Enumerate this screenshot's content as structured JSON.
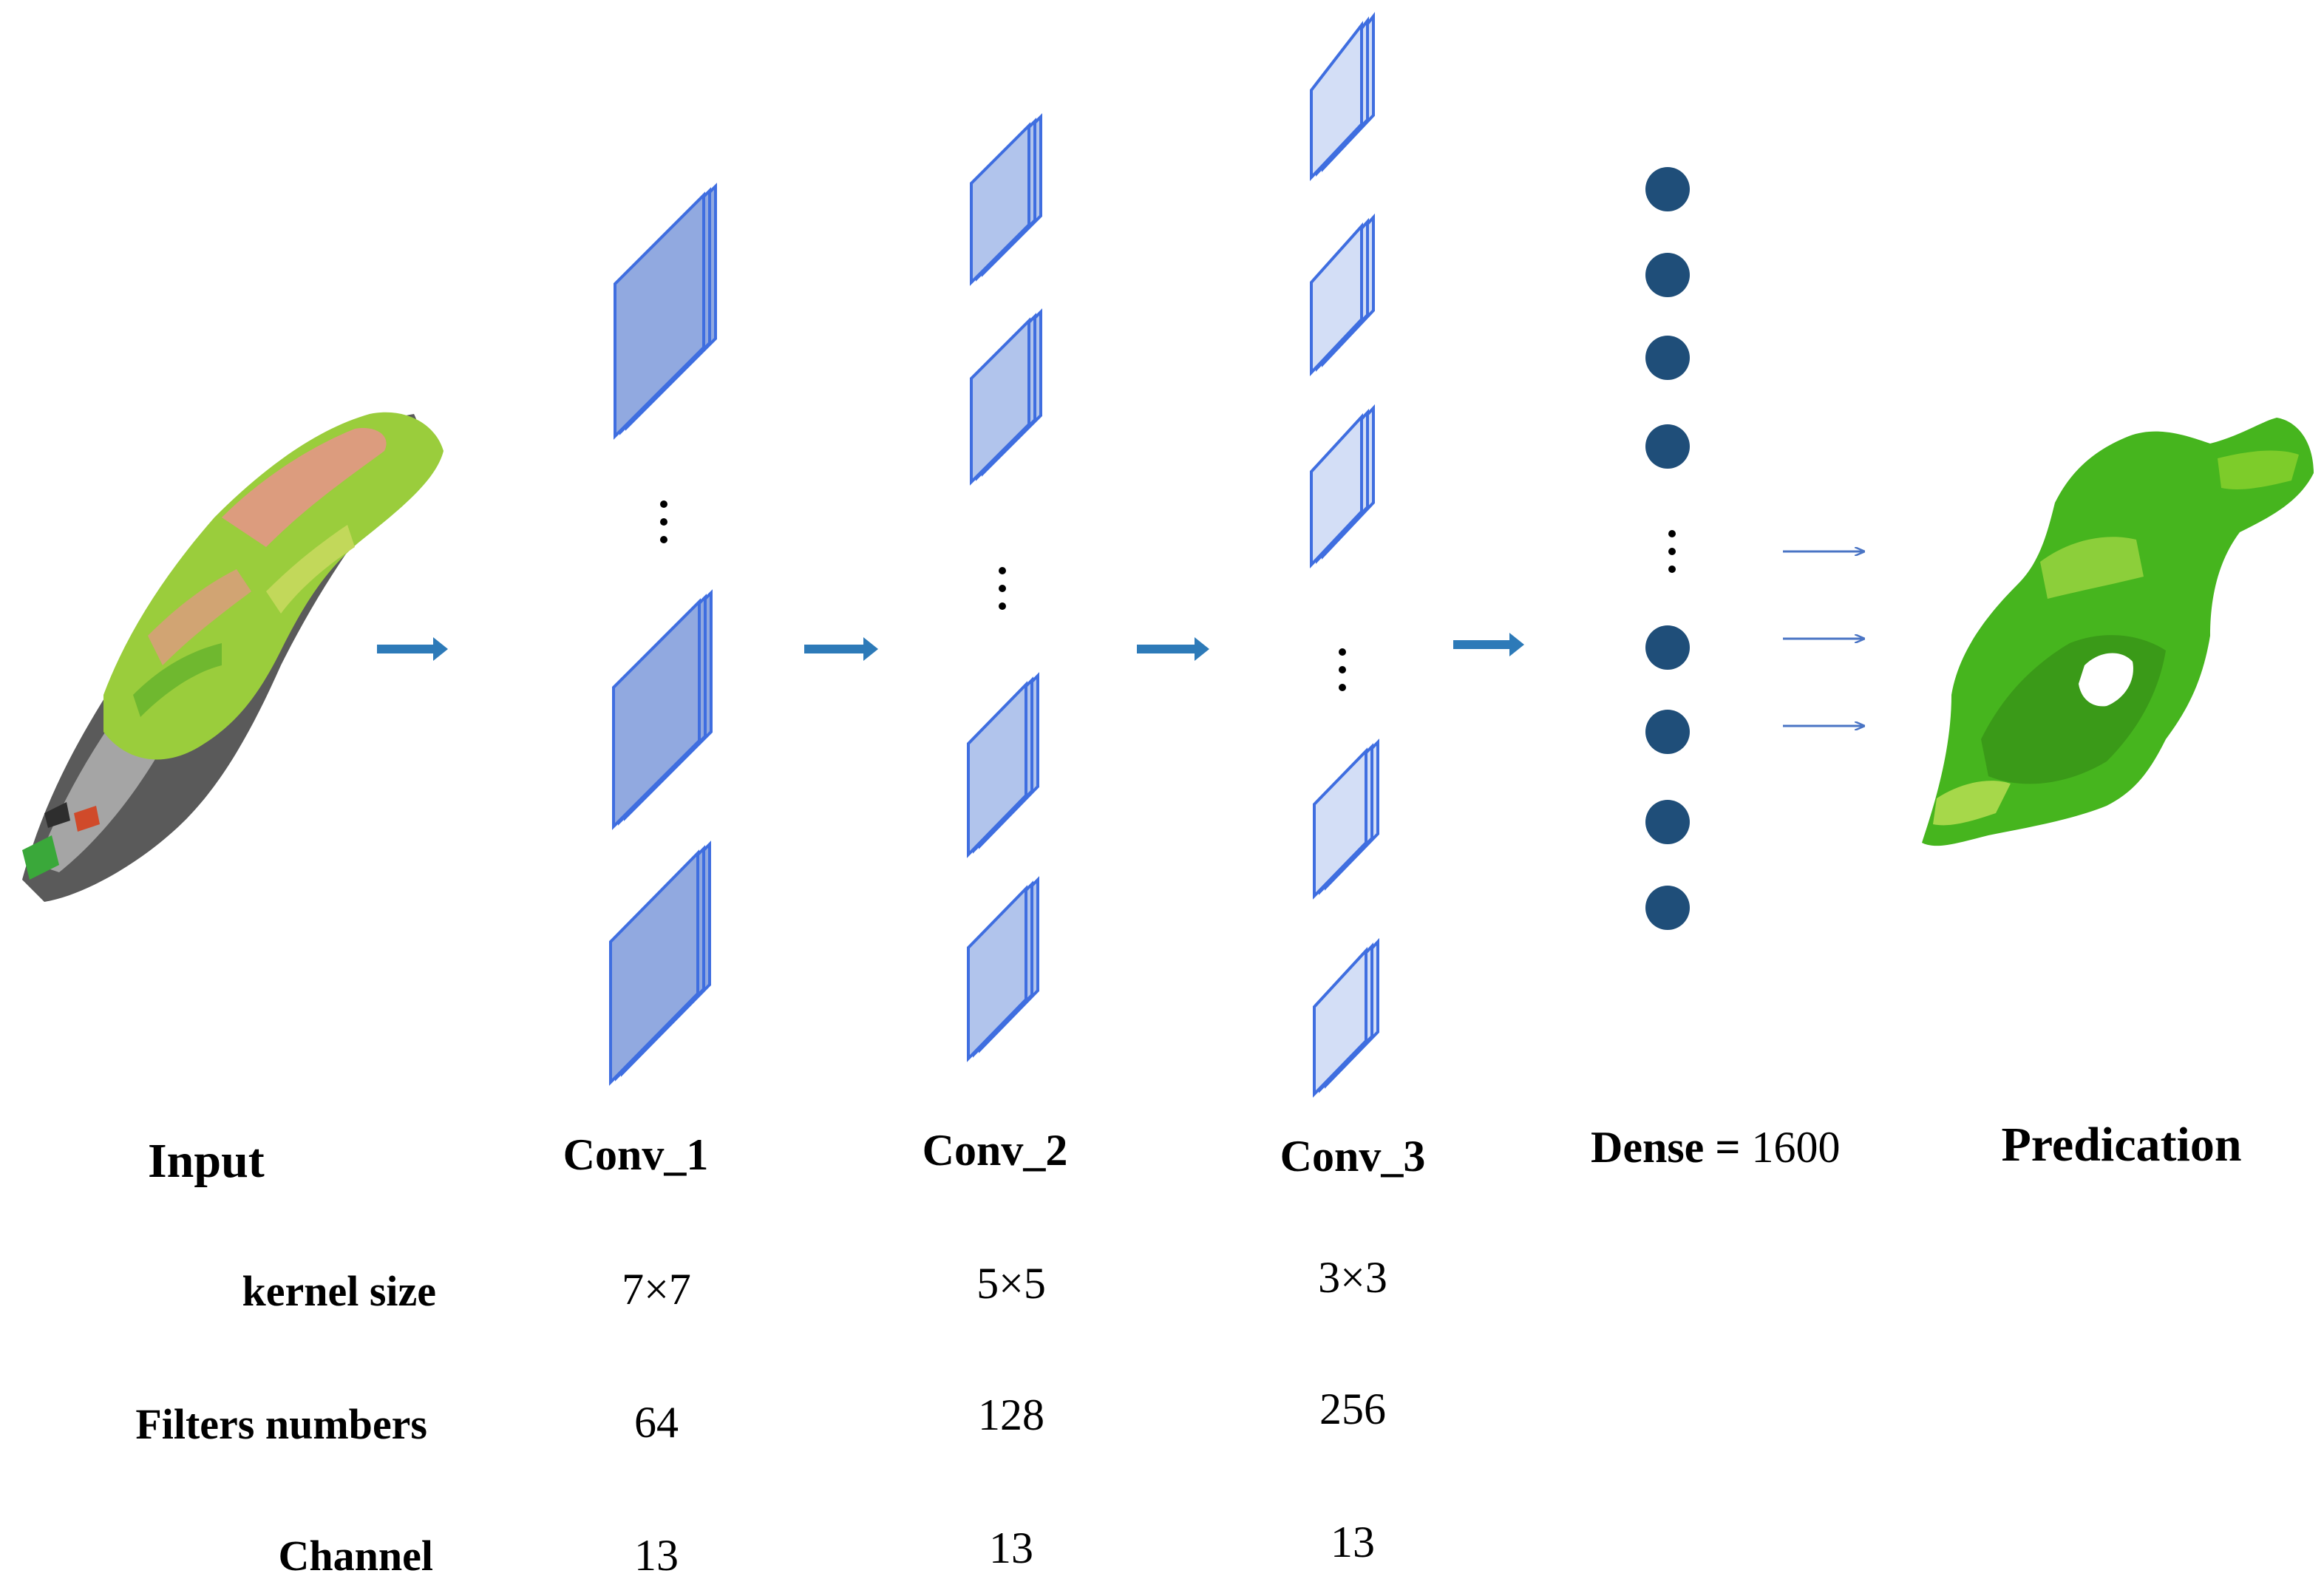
{
  "colors": {
    "conv1_fill": "#91a9e0",
    "conv2_fill": "#b1c4ec",
    "conv3_fill": "#d3def6",
    "sheet_stroke": "#3f6ee0",
    "arrow": "#2d7ab8",
    "thin_arrow": "#4a74c4",
    "node": "#1f4e79",
    "text": "#000000"
  },
  "columns": {
    "input": "Input",
    "conv1": "Conv_1",
    "conv2": "Conv_2",
    "conv3": "Conv_3",
    "dense_prefix": "Dense",
    "dense_eq": " = ",
    "dense_value": "1600",
    "prediction": "Predication"
  },
  "rows": {
    "kernel_size": "kernel size",
    "filters": "Filters numbers",
    "channel": "Channel"
  },
  "values": {
    "conv1": {
      "kernel": "7×7",
      "filters": "64",
      "channel": "13"
    },
    "conv2": {
      "kernel": "5×5",
      "filters": "128",
      "channel": "13"
    },
    "conv3": {
      "kernel": "3×3",
      "filters": "256",
      "channel": "13"
    }
  },
  "icons": {
    "input_map": "input-map-image",
    "prediction_map": "prediction-map-image",
    "ellipsis": "vertical-ellipsis-icon"
  }
}
